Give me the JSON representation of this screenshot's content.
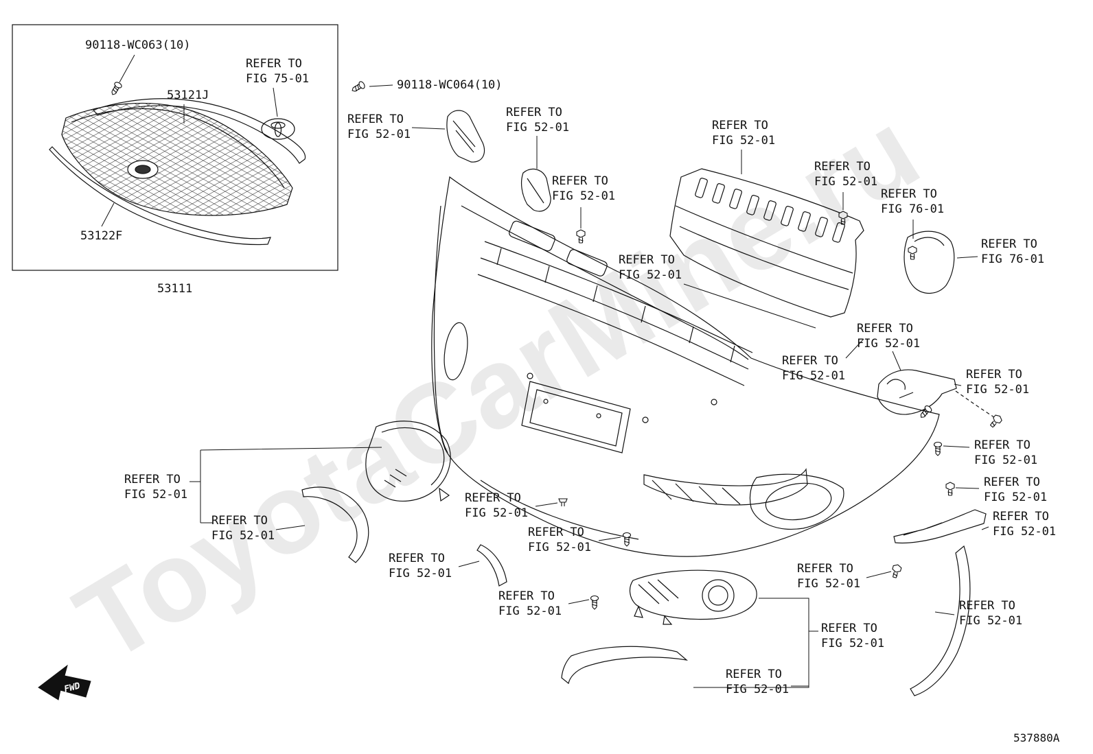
{
  "watermark": "ToyotaCarMine.ru",
  "diagram_code": "537880A",
  "fwd": "FWD",
  "labels": [
    {
      "text": "90118-WC063(10)"
    },
    {
      "text": "53121J"
    },
    {
      "text": "REFER TO\nFIG 75-01"
    },
    {
      "text": "90118-WC064(10)"
    },
    {
      "text": "REFER TO\nFIG 52-01"
    },
    {
      "text": "REFER TO\nFIG 52-01"
    },
    {
      "text": "REFER TO\nFIG 52-01"
    },
    {
      "text": "REFER TO\nFIG 52-01"
    },
    {
      "text": "REFER TO\nFIG 52-01"
    },
    {
      "text": "REFER TO\nFIG 76-01"
    },
    {
      "text": "REFER TO\nFIG 76-01"
    },
    {
      "text": "53122F"
    },
    {
      "text": "53111"
    },
    {
      "text": "REFER TO\nFIG 52-01"
    },
    {
      "text": "REFER TO\nFIG 52-01"
    },
    {
      "text": "REFER TO\nFIG 52-01"
    },
    {
      "text": "REFER TO\nFIG 52-01"
    },
    {
      "text": "REFER TO\nFIG 52-01"
    },
    {
      "text": "REFER TO\nFIG 52-01"
    },
    {
      "text": "REFER TO\nFIG 52-01"
    },
    {
      "text": "REFER TO\nFIG 52-01"
    },
    {
      "text": "REFER TO\nFIG 52-01"
    },
    {
      "text": "REFER TO\nFIG 52-01"
    },
    {
      "text": "REFER TO\nFIG 52-01"
    },
    {
      "text": "REFER TO\nFIG 52-01"
    },
    {
      "text": "REFER TO\nFIG 52-01"
    },
    {
      "text": "REFER TO\nFIG 52-01"
    },
    {
      "text": "REFER TO\nFIG 52-01"
    },
    {
      "text": "REFER TO\nFIG 52-01"
    },
    {
      "text": "REFER TO\nFIG 52-01"
    }
  ]
}
